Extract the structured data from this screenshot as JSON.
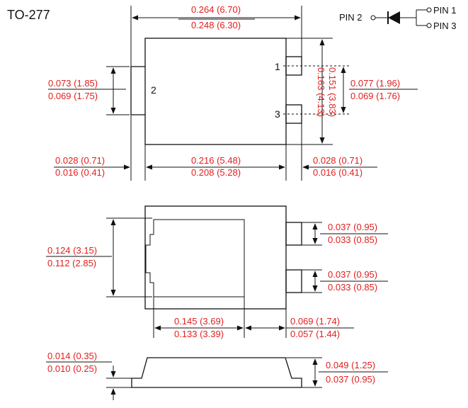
{
  "title": "TO-277",
  "schematic": {
    "pin2": "PIN 2",
    "pin1": "PIN 1",
    "pin3": "PIN 3"
  },
  "top_view": {
    "pin_label_1": "1",
    "pin_label_2": "2",
    "pin_label_3": "3",
    "overall_width": [
      "0.264 (6.70)",
      "0.248 (6.30)"
    ],
    "pin2_height": [
      "0.073 (1.85)",
      "0.069 (1.75)"
    ],
    "body_height": [
      "0.163 (4.13)",
      "0.151 (3.83)"
    ],
    "pin_pitch": [
      "0.077 (1.96)",
      "0.069 (1.76)"
    ],
    "left_lead": [
      "0.028 (0.71)",
      "0.016 (0.41)"
    ],
    "body_width": [
      "0.216 (5.48)",
      "0.208 (5.28)"
    ],
    "right_lead": [
      "0.028 (0.71)",
      "0.016 (0.41)"
    ]
  },
  "bottom_view": {
    "pad_height": [
      "0.124 (3.15)",
      "0.112 (2.85)"
    ],
    "pin1_pad": [
      "0.037 (0.95)",
      "0.033 (0.85)"
    ],
    "pin3_pad": [
      "0.037 (0.95)",
      "0.033 (0.85)"
    ],
    "pad_width": [
      "0.145 (3.69)",
      "0.133 (3.39)"
    ],
    "pad_gap": [
      "0.069 (1.74)",
      "0.057 (1.44)"
    ]
  },
  "side_view": {
    "lead_thickness": [
      "0.014 (0.35)",
      "0.010 (0.25)"
    ],
    "height": [
      "0.049 (1.25)",
      "0.037 (0.95)"
    ]
  }
}
